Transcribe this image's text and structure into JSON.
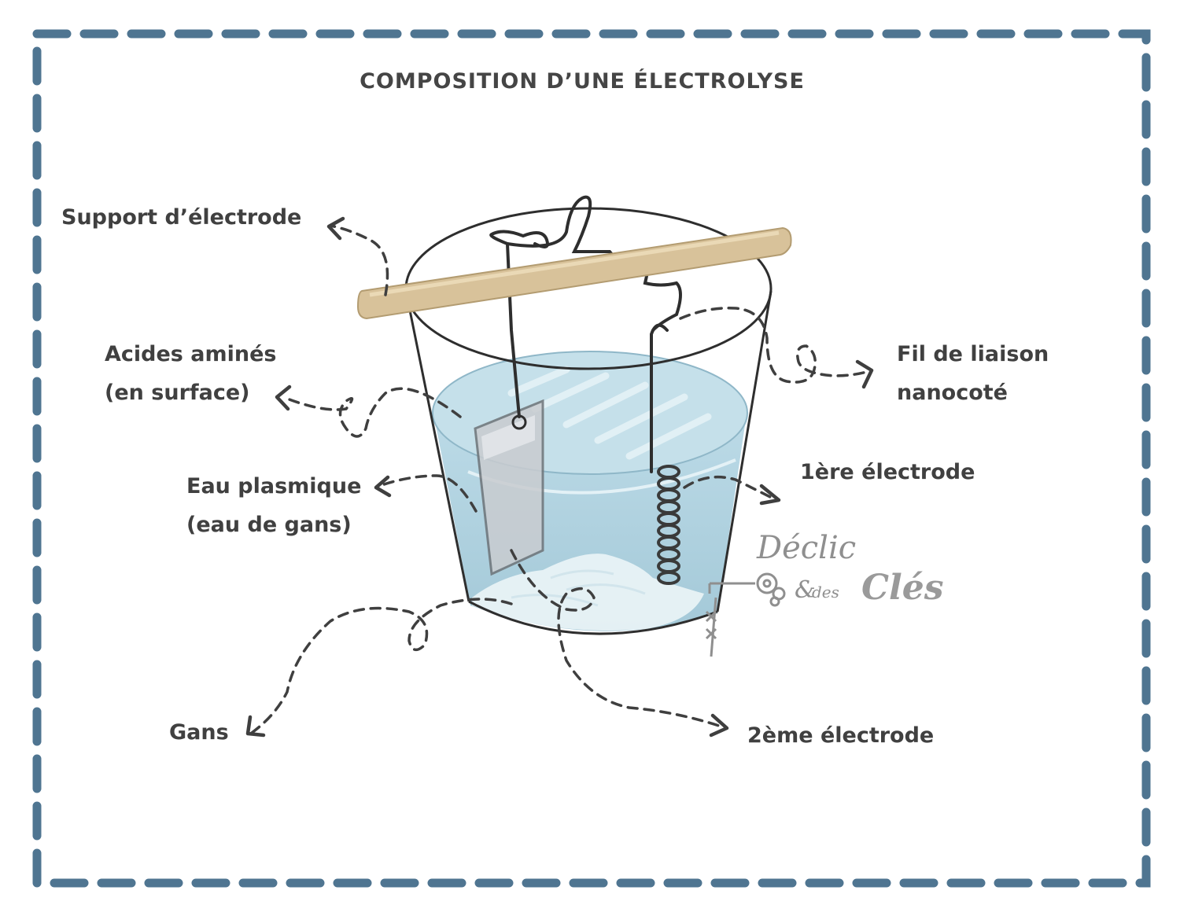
{
  "title": "COMPOSITION D’UNE ÉLECTROLYSE",
  "labels": {
    "support": "Support d’électrode",
    "acides_line1": "Acides aminés",
    "acides_line2": "(en surface)",
    "eau_line1": "Eau plasmique",
    "eau_line2": "(eau de gans)",
    "gans": "Gans",
    "fil_line1": "Fil de liaison",
    "fil_line2": "nanocoté",
    "electrode1": "1ère électrode",
    "electrode2": "2ème électrode"
  },
  "logo": {
    "line1": "Déclic",
    "amp": "&",
    "des": "des",
    "cles": "Clés"
  },
  "colors": {
    "border": "#4f7591",
    "water": "#a9cede",
    "stick": "#d8c29a",
    "arrow": "#3f3f3f",
    "wire": "#2e2e2e"
  }
}
